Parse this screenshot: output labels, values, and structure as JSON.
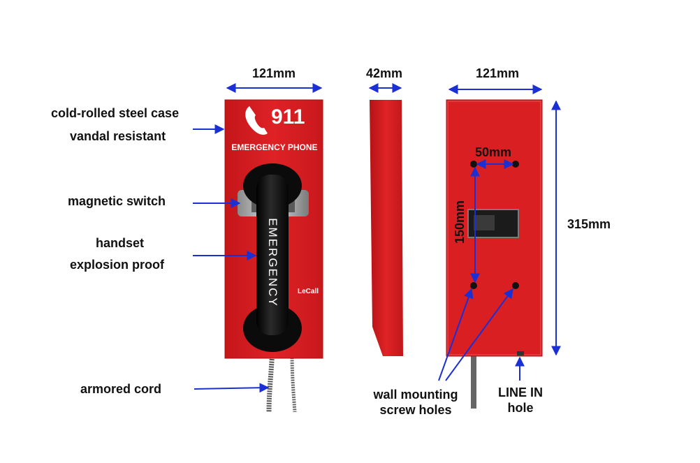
{
  "dimensions": {
    "front_width": "121mm",
    "side_depth": "42mm",
    "back_width": "121mm",
    "height": "315mm",
    "hole_spacing_h": "50mm",
    "hole_spacing_v": "150mm"
  },
  "labels": {
    "case_line1": "cold-rolled steel case",
    "case_line2": "vandal resistant",
    "switch": "magnetic switch",
    "handset_line1": "handset",
    "handset_line2": "explosion proof",
    "cord": "armored cord",
    "holes_line1": "wall mounting",
    "holes_line2": "screw holes",
    "line_in_line1": "LINE IN",
    "line_in_line2": "hole"
  },
  "phone_face": {
    "number": "911",
    "title": "EMERGENCY PHONE",
    "handset_text": "EMERGENCY",
    "brand": "LeCall"
  },
  "colors": {
    "case_red": "#d81e22",
    "arrow_blue": "#1a2fd4",
    "handset_black": "#111111"
  }
}
